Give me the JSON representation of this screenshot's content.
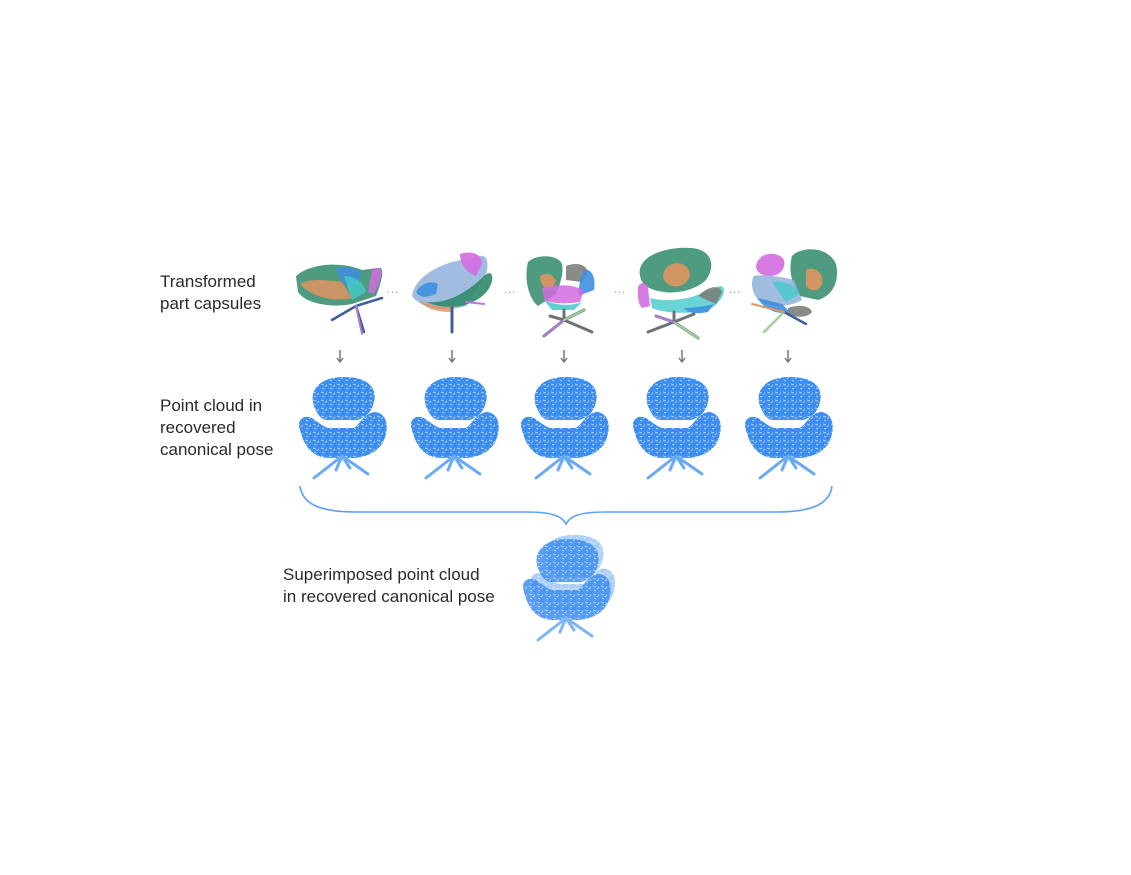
{
  "figure": {
    "rows": [
      {
        "id": "transformed",
        "label": "Transformed\npart capsules"
      },
      {
        "id": "canonical",
        "label": "Point cloud in\nrecovered\ncanonical pose"
      },
      {
        "id": "superimposed",
        "label": "Superimposed point cloud\nin recovered canonical pose"
      }
    ],
    "ellipsis": "...",
    "colors": {
      "point_cloud_blue": "#3d8ef2",
      "brace_blue": "#5aa2f0",
      "arrow_gray": "#6d7478",
      "capsule_palette": [
        "#2f8a6a",
        "#e0935f",
        "#d46be0",
        "#3f8fe0",
        "#43c9c9",
        "#7a7f7a",
        "#9ed39a",
        "#8fb0d8"
      ]
    },
    "transformed_count": 5,
    "canonical_count": 5
  }
}
